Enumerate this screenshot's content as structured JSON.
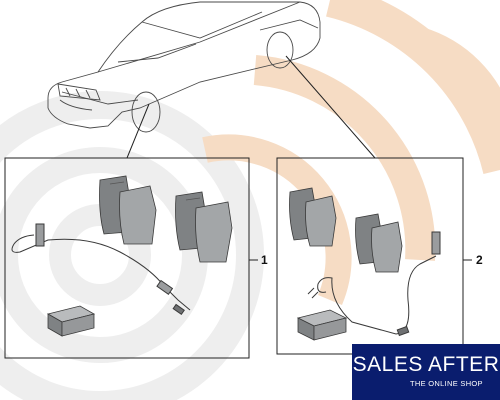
{
  "callouts": [
    {
      "label": "1"
    },
    {
      "label": "2"
    }
  ],
  "brand": {
    "name": "SALES AFTER",
    "tagline": "THE ONLINE SHOP",
    "color": "#0a1d6e"
  },
  "colors": {
    "watermark_orange": "#f6dcc4",
    "watermark_grey": "#eeeeee",
    "pad": "#8f9294",
    "line": "#222222"
  }
}
